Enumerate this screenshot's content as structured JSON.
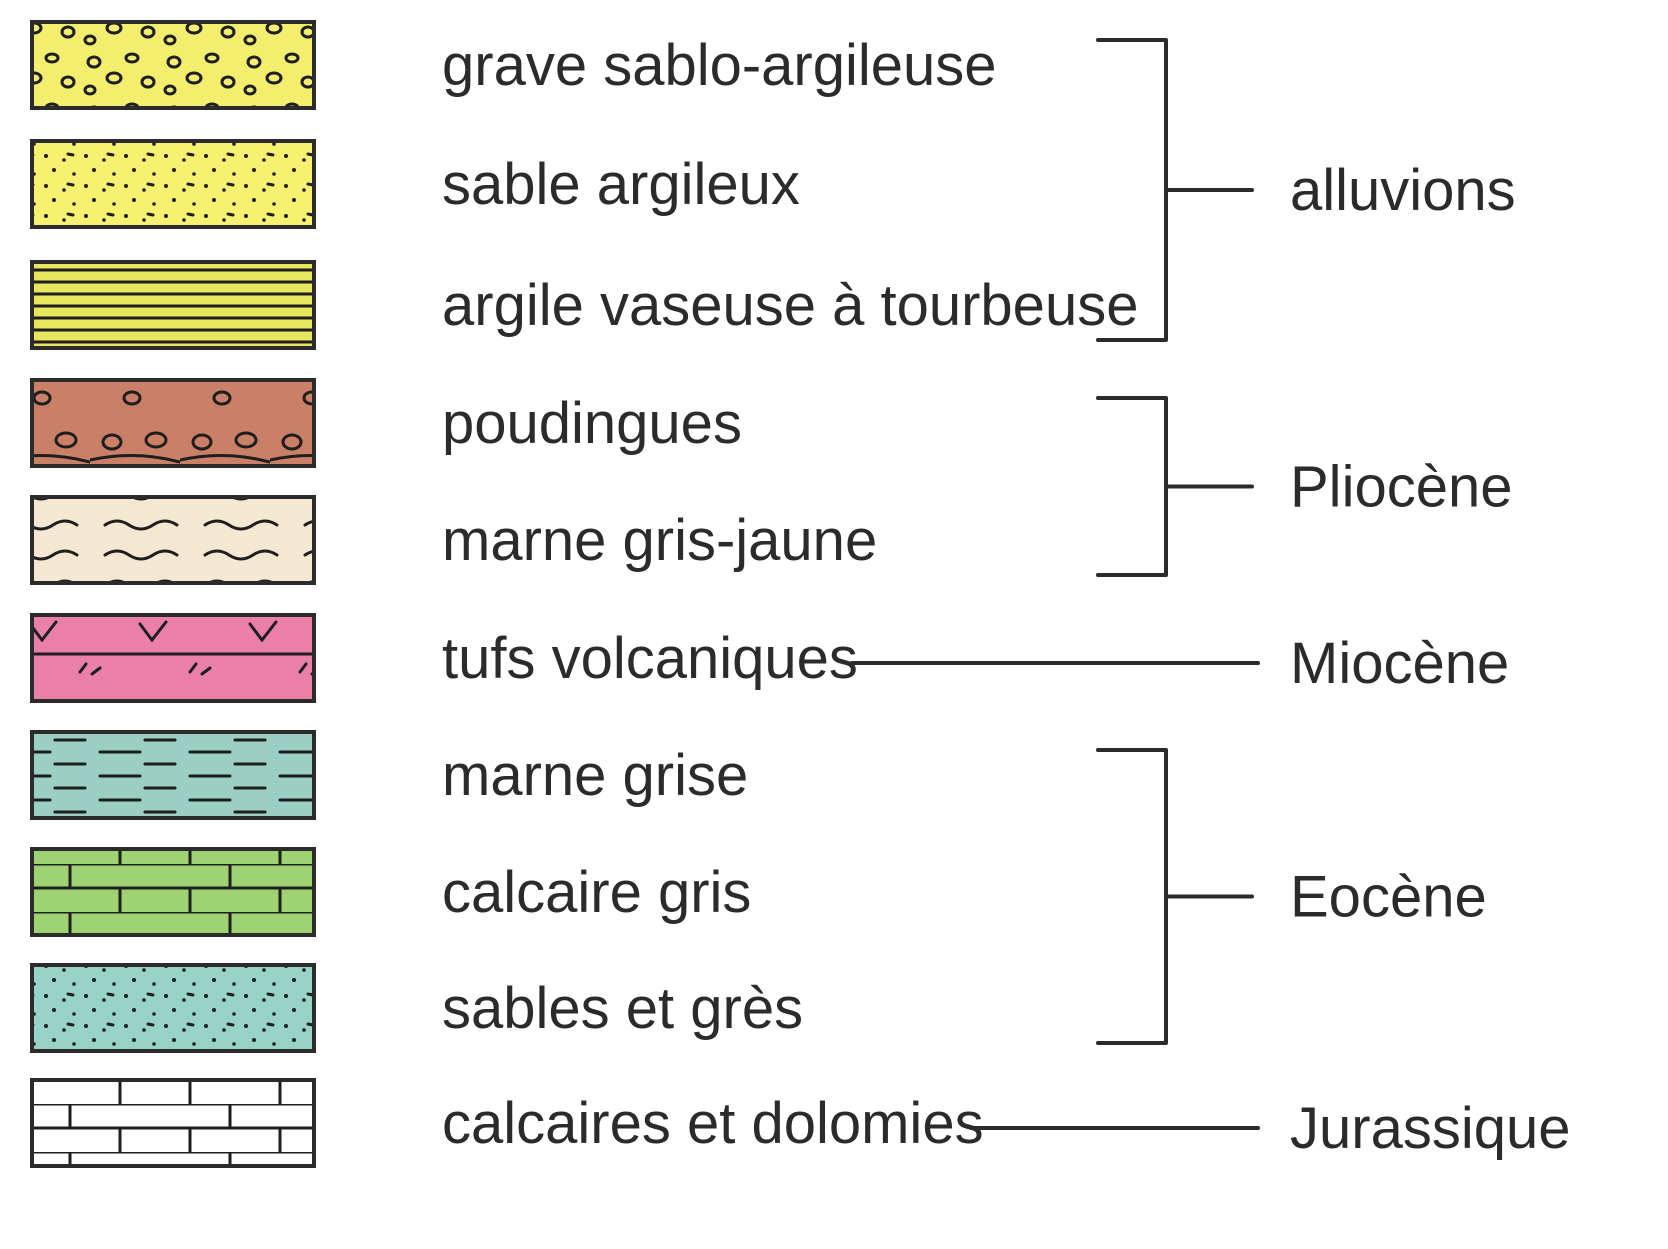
{
  "legend": {
    "items": [
      {
        "label": "grave sablo-argileuse",
        "color": "#f4ee6e",
        "pattern": "pebbles"
      },
      {
        "label": "sable argileux",
        "color": "#f6f170",
        "pattern": "sand-dots"
      },
      {
        "label": "argile vaseuse à tourbeuse",
        "color": "#e8e65a",
        "pattern": "horizontal-lines"
      },
      {
        "label": "poudingues",
        "color": "#c98066",
        "pattern": "conglomerate"
      },
      {
        "label": "marne gris-jaune",
        "color": "#f5e8d2",
        "pattern": "wavy-lines"
      },
      {
        "label": "tufs volcaniques",
        "color": "#ea7fa8",
        "pattern": "tuff-v-marks"
      },
      {
        "label": "marne grise",
        "color": "#9ccfc3",
        "pattern": "dashes"
      },
      {
        "label": "calcaire gris",
        "color": "#9fd270",
        "pattern": "limestone-bricks"
      },
      {
        "label": "sables et grès",
        "color": "#97d4c7",
        "pattern": "sand-dots"
      },
      {
        "label": "calcaires et dolomies",
        "color": "#ffffff",
        "pattern": "limestone-bricks"
      }
    ],
    "groups": [
      {
        "label": "alluvions",
        "items": [
          0,
          1,
          2
        ]
      },
      {
        "label": "Pliocène",
        "items": [
          3,
          4
        ]
      },
      {
        "label": "Miocène",
        "items": [
          5
        ]
      },
      {
        "label": "Eocène",
        "items": [
          6,
          7,
          8
        ]
      },
      {
        "label": "Jurassique",
        "items": [
          9
        ]
      }
    ]
  }
}
